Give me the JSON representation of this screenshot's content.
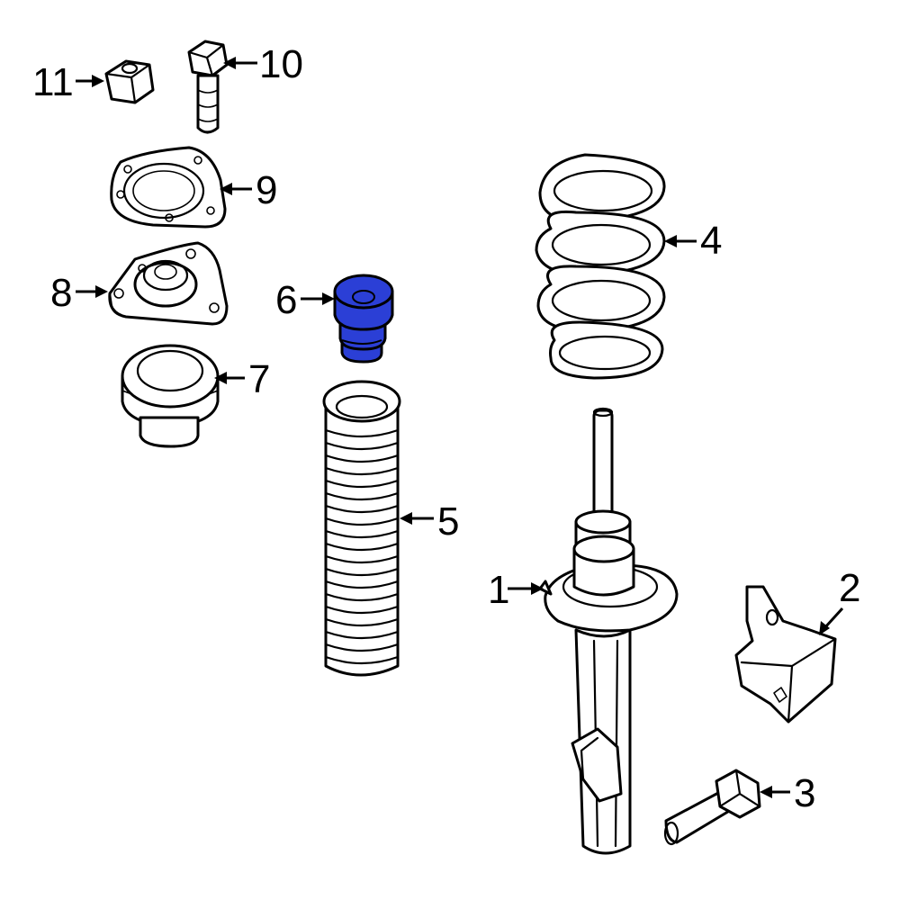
{
  "callouts": {
    "c1": "1",
    "c2": "2",
    "c3": "3",
    "c4": "4",
    "c5": "5",
    "c6": "6",
    "c7": "7",
    "c8": "8",
    "c9": "9",
    "c10": "10",
    "c11": "11"
  },
  "highlight": {
    "part": "6",
    "color": "#2b3fd6"
  }
}
